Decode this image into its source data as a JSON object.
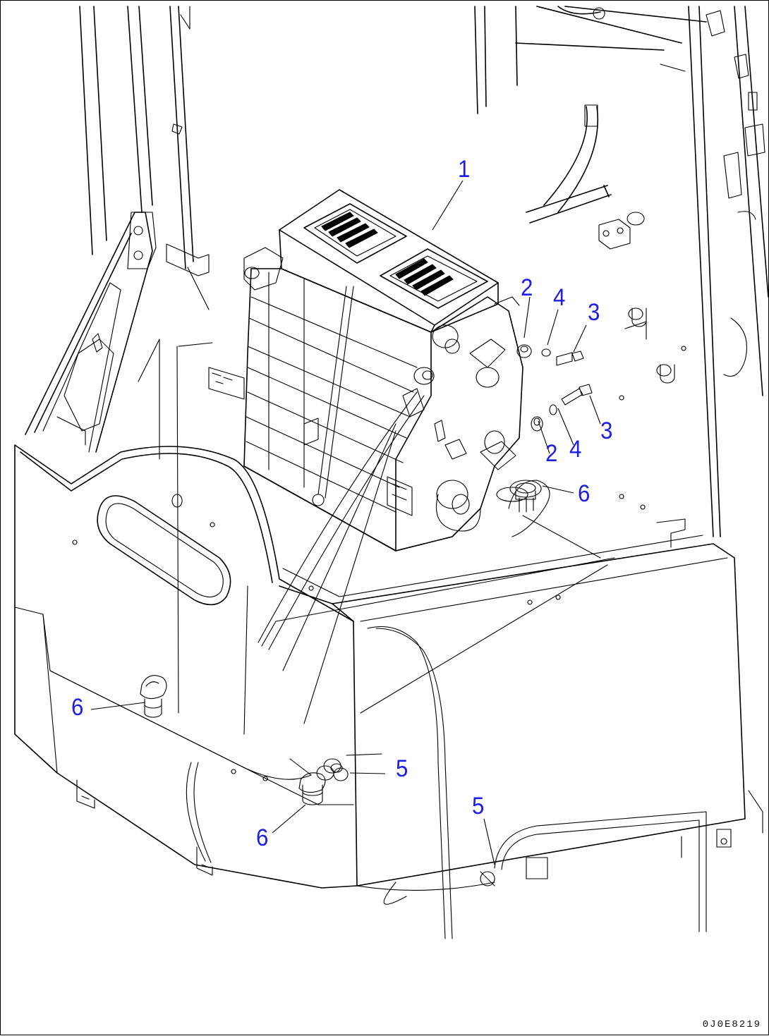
{
  "diagram": {
    "drawing_code": "0J0E8219",
    "callout_color": "#1e1ee6",
    "callouts": [
      {
        "id": "callout-1",
        "text": "1"
      },
      {
        "id": "callout-2-upper",
        "text": "2"
      },
      {
        "id": "callout-2-lower",
        "text": "2"
      },
      {
        "id": "callout-3-upper",
        "text": "3"
      },
      {
        "id": "callout-3-lower",
        "text": "3"
      },
      {
        "id": "callout-4-upper",
        "text": "4"
      },
      {
        "id": "callout-4-lower",
        "text": "4"
      },
      {
        "id": "callout-5-left",
        "text": "5"
      },
      {
        "id": "callout-5-bottom",
        "text": "5"
      },
      {
        "id": "callout-6-right",
        "text": "6"
      },
      {
        "id": "callout-6-left",
        "text": "6"
      },
      {
        "id": "callout-6-bottom",
        "text": "6"
      }
    ]
  }
}
